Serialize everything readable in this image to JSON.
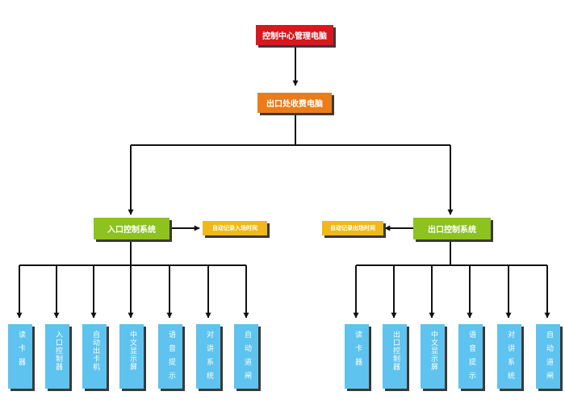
{
  "diagram": {
    "top": "控制中心管理电脑",
    "middle": "出口处收费电脑",
    "left_system": "入口控制系统",
    "right_system": "出口控制系统",
    "left_note": "自动记录入场时间",
    "right_note": "自动记录出场时间",
    "left_devices": [
      "读卡器",
      "入口控制器",
      "自动出卡机",
      "中文显示屏",
      "语音提示",
      "对讲系统",
      "自动道闸"
    ],
    "right_devices": [
      "读卡器",
      "出口控制器",
      "中文显示屏",
      "语音提示",
      "对讲系统",
      "自动道闸"
    ]
  },
  "colors": {
    "top": "#d8171f",
    "middle": "#ec7c1a",
    "system": "#8dc21f",
    "note": "#f0b81b",
    "device": "#5ec3ee"
  }
}
